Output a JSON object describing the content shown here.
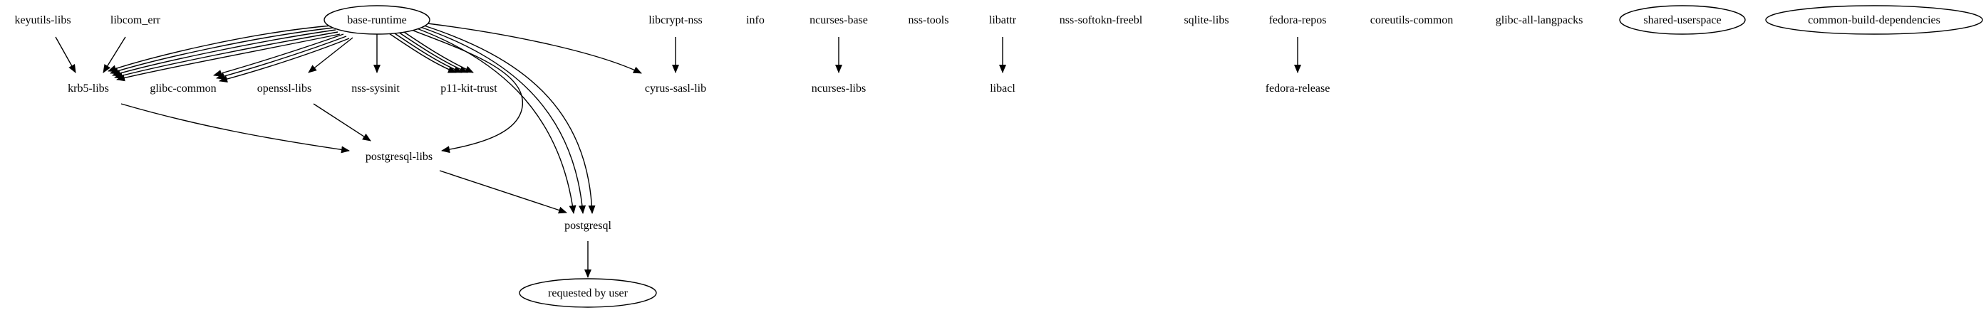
{
  "graph": {
    "nodes": [
      {
        "id": "keyutils-libs",
        "label": "keyutils-libs",
        "shape": "plaintext"
      },
      {
        "id": "libcom_err",
        "label": "libcom_err",
        "shape": "plaintext"
      },
      {
        "id": "base-runtime",
        "label": "base-runtime",
        "shape": "ellipse"
      },
      {
        "id": "libcrypt-nss",
        "label": "libcrypt-nss",
        "shape": "plaintext"
      },
      {
        "id": "info",
        "label": "info",
        "shape": "plaintext"
      },
      {
        "id": "ncurses-base",
        "label": "ncurses-base",
        "shape": "plaintext"
      },
      {
        "id": "nss-tools",
        "label": "nss-tools",
        "shape": "plaintext"
      },
      {
        "id": "libattr",
        "label": "libattr",
        "shape": "plaintext"
      },
      {
        "id": "nss-softokn-freebl",
        "label": "nss-softokn-freebl",
        "shape": "plaintext"
      },
      {
        "id": "sqlite-libs",
        "label": "sqlite-libs",
        "shape": "plaintext"
      },
      {
        "id": "fedora-repos",
        "label": "fedora-repos",
        "shape": "plaintext"
      },
      {
        "id": "coreutils-common",
        "label": "coreutils-common",
        "shape": "plaintext"
      },
      {
        "id": "glibc-all-langpacks",
        "label": "glibc-all-langpacks",
        "shape": "plaintext"
      },
      {
        "id": "shared-userspace",
        "label": "shared-userspace",
        "shape": "ellipse"
      },
      {
        "id": "common-build-dependencies",
        "label": "common-build-dependencies",
        "shape": "ellipse"
      },
      {
        "id": "krb5-libs",
        "label": "krb5-libs",
        "shape": "plaintext"
      },
      {
        "id": "glibc-common",
        "label": "glibc-common",
        "shape": "plaintext"
      },
      {
        "id": "openssl-libs",
        "label": "openssl-libs",
        "shape": "plaintext"
      },
      {
        "id": "nss-sysinit",
        "label": "nss-sysinit",
        "shape": "plaintext"
      },
      {
        "id": "p11-kit-trust",
        "label": "p11-kit-trust",
        "shape": "plaintext"
      },
      {
        "id": "cyrus-sasl-lib",
        "label": "cyrus-sasl-lib",
        "shape": "plaintext"
      },
      {
        "id": "ncurses-libs",
        "label": "ncurses-libs",
        "shape": "plaintext"
      },
      {
        "id": "libacl",
        "label": "libacl",
        "shape": "plaintext"
      },
      {
        "id": "fedora-release",
        "label": "fedora-release",
        "shape": "plaintext"
      },
      {
        "id": "postgresql-libs",
        "label": "postgresql-libs",
        "shape": "plaintext"
      },
      {
        "id": "postgresql",
        "label": "postgresql",
        "shape": "plaintext"
      },
      {
        "id": "requested-by-user",
        "label": "requested by user",
        "shape": "ellipse"
      }
    ],
    "edges": [
      {
        "from": "keyutils-libs",
        "to": "krb5-libs"
      },
      {
        "from": "libcom_err",
        "to": "krb5-libs"
      },
      {
        "from": "base-runtime",
        "to": "krb5-libs"
      },
      {
        "from": "base-runtime",
        "to": "krb5-libs"
      },
      {
        "from": "base-runtime",
        "to": "krb5-libs"
      },
      {
        "from": "base-runtime",
        "to": "krb5-libs"
      },
      {
        "from": "base-runtime",
        "to": "krb5-libs"
      },
      {
        "from": "base-runtime",
        "to": "glibc-common"
      },
      {
        "from": "base-runtime",
        "to": "glibc-common"
      },
      {
        "from": "base-runtime",
        "to": "glibc-common"
      },
      {
        "from": "base-runtime",
        "to": "openssl-libs"
      },
      {
        "from": "base-runtime",
        "to": "nss-sysinit"
      },
      {
        "from": "base-runtime",
        "to": "p11-kit-trust"
      },
      {
        "from": "base-runtime",
        "to": "p11-kit-trust"
      },
      {
        "from": "base-runtime",
        "to": "p11-kit-trust"
      },
      {
        "from": "base-runtime",
        "to": "p11-kit-trust"
      },
      {
        "from": "base-runtime",
        "to": "postgresql-libs"
      },
      {
        "from": "base-runtime",
        "to": "cyrus-sasl-lib"
      },
      {
        "from": "base-runtime",
        "to": "postgresql"
      },
      {
        "from": "base-runtime",
        "to": "postgresql"
      },
      {
        "from": "base-runtime",
        "to": "postgresql"
      },
      {
        "from": "libcrypt-nss",
        "to": "cyrus-sasl-lib"
      },
      {
        "from": "ncurses-base",
        "to": "ncurses-libs"
      },
      {
        "from": "libattr",
        "to": "libacl"
      },
      {
        "from": "fedora-repos",
        "to": "fedora-release"
      },
      {
        "from": "krb5-libs",
        "to": "postgresql-libs"
      },
      {
        "from": "openssl-libs",
        "to": "postgresql-libs"
      },
      {
        "from": "postgresql-libs",
        "to": "postgresql"
      },
      {
        "from": "postgresql",
        "to": "requested-by-user"
      }
    ]
  }
}
